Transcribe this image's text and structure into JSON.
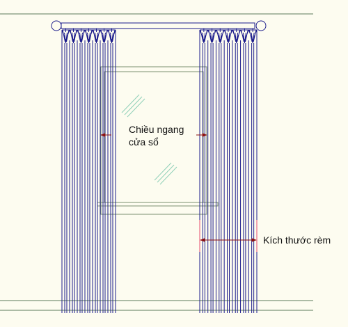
{
  "labels": {
    "window_width_line1": "Chiều ngang",
    "window_width_line2": "cửa sổ",
    "curtain_size": "Kích thước rèm"
  },
  "colors": {
    "background": "#fdfcf0",
    "curtain": "#1c1c8c",
    "rod": "#1c1c8c",
    "wall": "#5a7a5a",
    "window_frame": "#7a9070",
    "glass": "#8fd0b8",
    "dimension": "#8c1010",
    "dimension_tick": "#e64c6e"
  }
}
